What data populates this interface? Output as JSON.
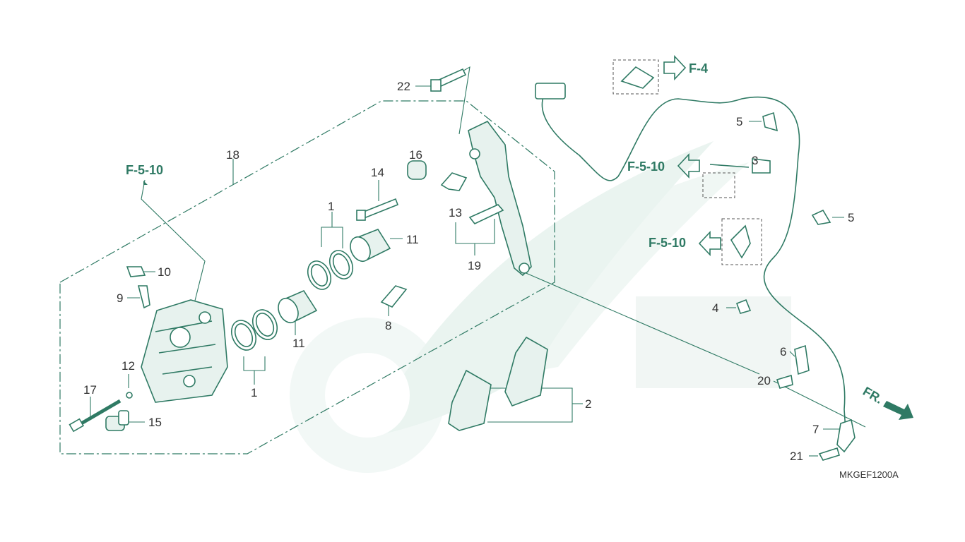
{
  "diagram": {
    "code": "MKGEF1200A",
    "front_label": "FR.",
    "refs": {
      "f4": "F-4",
      "f510_top_left": "F-5-10",
      "f510_right_a": "F-5-10",
      "f510_right_b": "F-5-10"
    },
    "callouts": {
      "c1a": "1",
      "c1b": "1",
      "c2": "2",
      "c3": "3",
      "c4": "4",
      "c5a": "5",
      "c5b": "5",
      "c6": "6",
      "c7": "7",
      "c8": "8",
      "c9": "9",
      "c10": "10",
      "c11a": "11",
      "c11b": "11",
      "c12": "12",
      "c13": "13",
      "c14": "14",
      "c15": "15",
      "c16": "16",
      "c17": "17",
      "c18": "18",
      "c19": "19",
      "c20": "20",
      "c21": "21",
      "c22": "22"
    },
    "colors": {
      "line": "#2f7a64",
      "text": "#333333",
      "watermark": "#eaf4f0"
    }
  }
}
